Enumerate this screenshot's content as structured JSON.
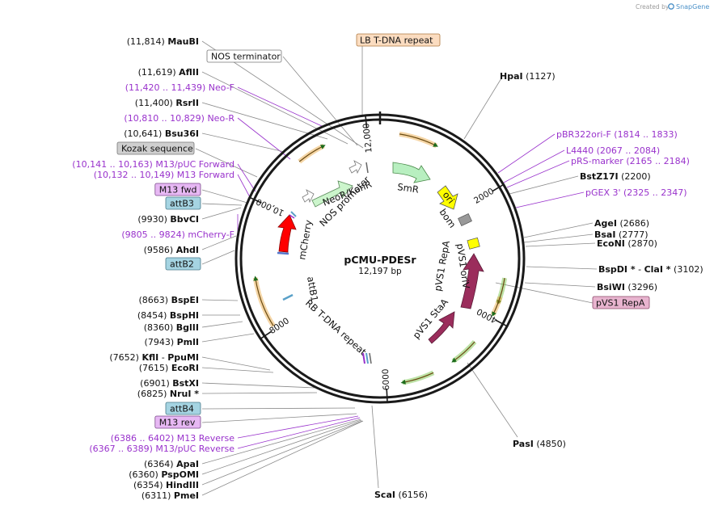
{
  "credit": {
    "prefix": "Created by",
    "brand": "SnapGene"
  },
  "plasmid": {
    "name": "pCMU-PDESr",
    "size": "12,197 bp"
  },
  "ticks": [
    {
      "label": "2000",
      "pos": 2000
    },
    {
      "label": "4000",
      "pos": 4000
    },
    {
      "label": "6000",
      "pos": 6000
    },
    {
      "label": "8000",
      "pos": 8000
    },
    {
      "label": "10,000",
      "pos": 10000
    },
    {
      "label": "12,000",
      "pos": 12000
    }
  ],
  "left_labels": [
    {
      "coord": "(11,814)",
      "name": "MauBI"
    },
    {
      "boxed": "NOS terminator"
    },
    {
      "coord": "(11,619)",
      "name": "AflII"
    },
    {
      "range": "(11,420 .. 11,439)",
      "name": "Neo-F"
    },
    {
      "coord": "(11,400)",
      "name": "RsrII"
    },
    {
      "range": "(10,810 .. 10,829)",
      "name": "Neo-R"
    },
    {
      "coord": "(10,641)",
      "name": "Bsu36I"
    },
    {
      "boxed": "Kozak sequence"
    },
    {
      "range": "(10,141 .. 10,163)",
      "name": "M13/pUC Forward"
    },
    {
      "range": "(10,132 .. 10,149)",
      "name": "M13 Forward"
    },
    {
      "boxed": "M13 fwd"
    },
    {
      "boxed": "attB3"
    },
    {
      "coord": "(9930)",
      "name": "BbvCI"
    },
    {
      "range": "(9805 .. 9824)",
      "name": "mCherry-F"
    },
    {
      "coord": "(9586)",
      "name": "AhdI"
    },
    {
      "boxed": "attB2"
    },
    {
      "coord": "(8663)",
      "name": "BspEI"
    },
    {
      "coord": "(8454)",
      "name": "BspHI"
    },
    {
      "coord": "(8360)",
      "name": "BglII"
    },
    {
      "coord": "(7943)",
      "name": "PmlI"
    },
    {
      "coord": "(7652)",
      "name": "KflI",
      "name2": "PpuMI"
    },
    {
      "coord": "(7615)",
      "name": "EcoRI"
    },
    {
      "coord": "(6901)",
      "name": "BstXI"
    },
    {
      "coord": "(6825)",
      "name": "NruI *"
    },
    {
      "boxed": "attB4"
    },
    {
      "boxed": "M13 rev"
    },
    {
      "range": "(6386 .. 6402)",
      "name": "M13 Reverse"
    },
    {
      "range": "(6367 .. 6389)",
      "name": "M13/pUC Reverse"
    },
    {
      "coord": "(6364)",
      "name": "ApaI"
    },
    {
      "coord": "(6360)",
      "name": "PspOMI"
    },
    {
      "coord": "(6354)",
      "name": "HindIII"
    },
    {
      "coord": "(6311)",
      "name": "PmeI"
    }
  ],
  "right_labels": [
    {
      "boxed": "LB T-DNA repeat"
    },
    {
      "name": "HpaI",
      "coord": "(1127)"
    },
    {
      "name": "pBR322ori-F",
      "range": "(1814 .. 1833)"
    },
    {
      "name": "L4440",
      "range": "(2067 .. 2084)"
    },
    {
      "name": "pRS-marker",
      "range": "(2165 .. 2184)"
    },
    {
      "name": "BstZ17I",
      "coord": "(2200)"
    },
    {
      "name": "pGEX 3'",
      "range": "(2325 .. 2347)"
    },
    {
      "name": "AgeI",
      "coord": "(2686)"
    },
    {
      "name": "BsaI",
      "coord": "(2777)"
    },
    {
      "name": "EcoNI",
      "coord": "(2870)"
    },
    {
      "name": "BspDI *",
      "name2": "ClaI *",
      "coord": "(3102)"
    },
    {
      "name": "BsiWI",
      "coord": "(3296)"
    },
    {
      "boxed": "pVS1 RepA"
    },
    {
      "name": "PasI",
      "coord": "(4850)"
    },
    {
      "name": "ScaI",
      "coord": "(6156)"
    }
  ],
  "features": {
    "neo": "NeoR/KanR",
    "nos_promoter": "NOS promoter",
    "smr": "SmR",
    "ori": "ori",
    "bom": "bom",
    "pvs1_oriv": "pVS1 oriV",
    "pvs1_repa": "pVS1 RepA",
    "pvs1_staa": "pVS1 StaA",
    "mcherry": "mCherry",
    "attb1": "attB1",
    "rb": "RB T-DNA repeat"
  },
  "colors": {
    "backbone": "#1a1a1a",
    "enzyme_line": "#8a8a8a",
    "primer": "#9932cc",
    "orange_feature": "#e8a33c",
    "green_feature": "#6cbf3a",
    "mcherry": "#ff0000",
    "pvs1": "#9b2d5c",
    "ori": "#ffff00",
    "neo": "#ccf5cc",
    "smr": "#b8efc0",
    "attb": "#a5d4e2",
    "m13": "#e7b8f4",
    "repa_box": "#e8b4cf",
    "lb_box": "#fbdcc0",
    "kozak_box": "#cfcfcf"
  }
}
